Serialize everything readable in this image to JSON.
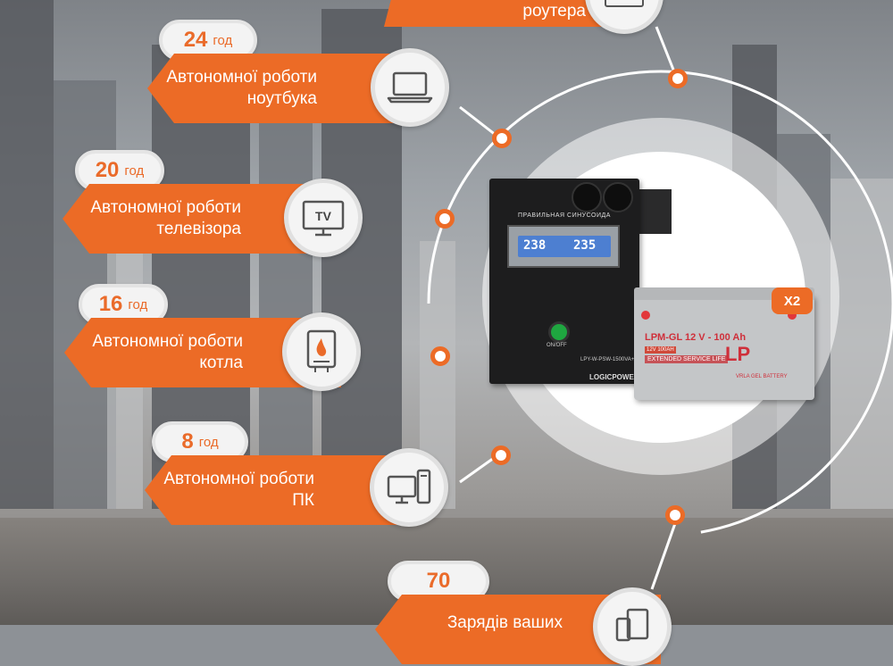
{
  "colors": {
    "accent": "#ec6b26",
    "badge_bg": "#f3f3f3",
    "text_on_accent": "#ffffff"
  },
  "top_item": {
    "label": "роутера",
    "icon": "router-icon"
  },
  "items": [
    {
      "hours": "24",
      "unit": "год",
      "line1": "Автономної роботи",
      "line2": "ноутбука",
      "icon": "laptop-icon"
    },
    {
      "hours": "20",
      "unit": "год",
      "line1": "Автономної роботи",
      "line2": "телевізора",
      "icon": "tv-icon",
      "icon_text": "TV"
    },
    {
      "hours": "16",
      "unit": "год",
      "line1": "Автономної роботи",
      "line2": "котла",
      "icon": "boiler-icon"
    },
    {
      "hours": "8",
      "unit": "год",
      "line1": "Автономної роботи",
      "line2": "ПК",
      "icon": "desktop-pc-icon"
    }
  ],
  "bottom_item": {
    "count": "70",
    "line1": "Зарядів ваших",
    "icon": "phone-tablet-icon"
  },
  "product": {
    "inverter_label": "ПРАВИЛЬНАЯ СИНУСОИДА",
    "inverter_lcd_left": "238",
    "inverter_lcd_right": "235",
    "inverter_model": "LPY-W-PSW-1500VA+",
    "inverter_brand": "LOGICPOWER",
    "inverter_switch": "ON/OFF",
    "battery_model": "LPM-GL 12 V - 100 Ah",
    "battery_volt": "12V 100AH",
    "battery_ext": "EXTENDED SERVICE LIFE",
    "battery_logo": "LP",
    "battery_type": "VRLA GEL BATTERY",
    "multiplier": "X2"
  }
}
